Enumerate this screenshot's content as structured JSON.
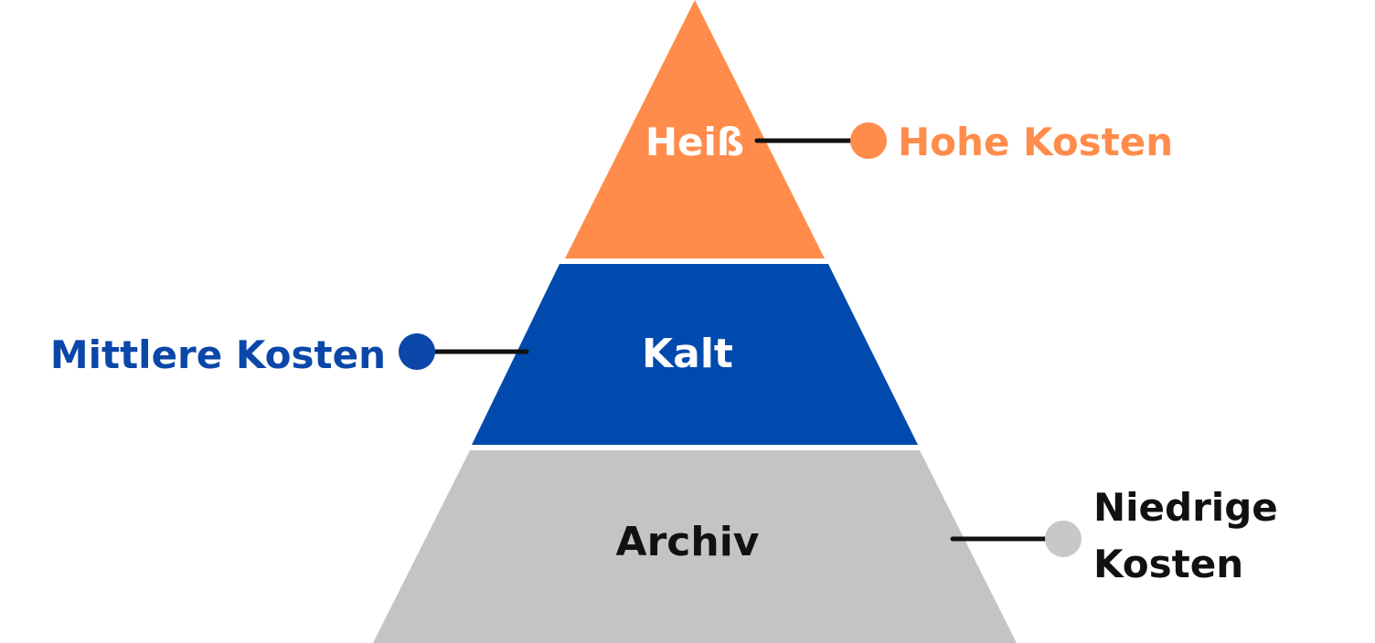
{
  "tiers": [
    {
      "name": "Heiß",
      "color": "#FF8C4B",
      "label_color": "#FFFFFF"
    },
    {
      "name": "Kalt",
      "color": "#004AAD",
      "label_color": "#FFFFFF"
    },
    {
      "name": "Archiv",
      "color": "#C4C4C4",
      "label_color": "#111111"
    }
  ],
  "costs": [
    {
      "text": "Hohe Kosten",
      "color": "#FF8C4B",
      "dot_color": "#FF8C4B"
    },
    {
      "text": "Mittlere Kosten",
      "color": "#0B47A8",
      "dot_color": "#0B47A8"
    },
    {
      "lines": [
        "Niedrige",
        "Kosten"
      ],
      "color": "#111111",
      "dot_color": "#C8C8C8"
    }
  ],
  "connector_color": "#111111"
}
